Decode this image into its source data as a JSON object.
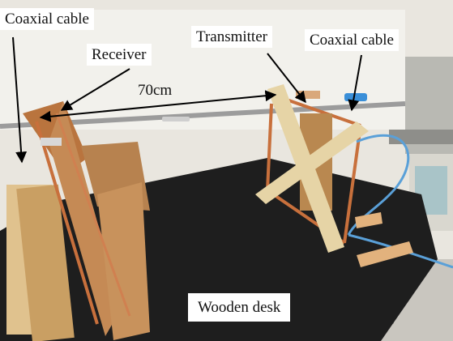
{
  "annotations": {
    "coaxial_cable_left": "Coaxial cable",
    "receiver": "Receiver",
    "transmitter": "Transmitter",
    "coaxial_cable_right": "Coaxial cable",
    "distance": "70cm",
    "wooden_desk": "Wooden desk"
  },
  "colors": {
    "wall": "#e9e6df",
    "whiteboard": "#f2f1ec",
    "desk": "#1e1e1e",
    "light_wood": "#e6d4a6",
    "dark_wood": "#a86b3c",
    "copper": "#c8703c",
    "cable": "#5aa0d8",
    "tape": "#e2b27d"
  }
}
